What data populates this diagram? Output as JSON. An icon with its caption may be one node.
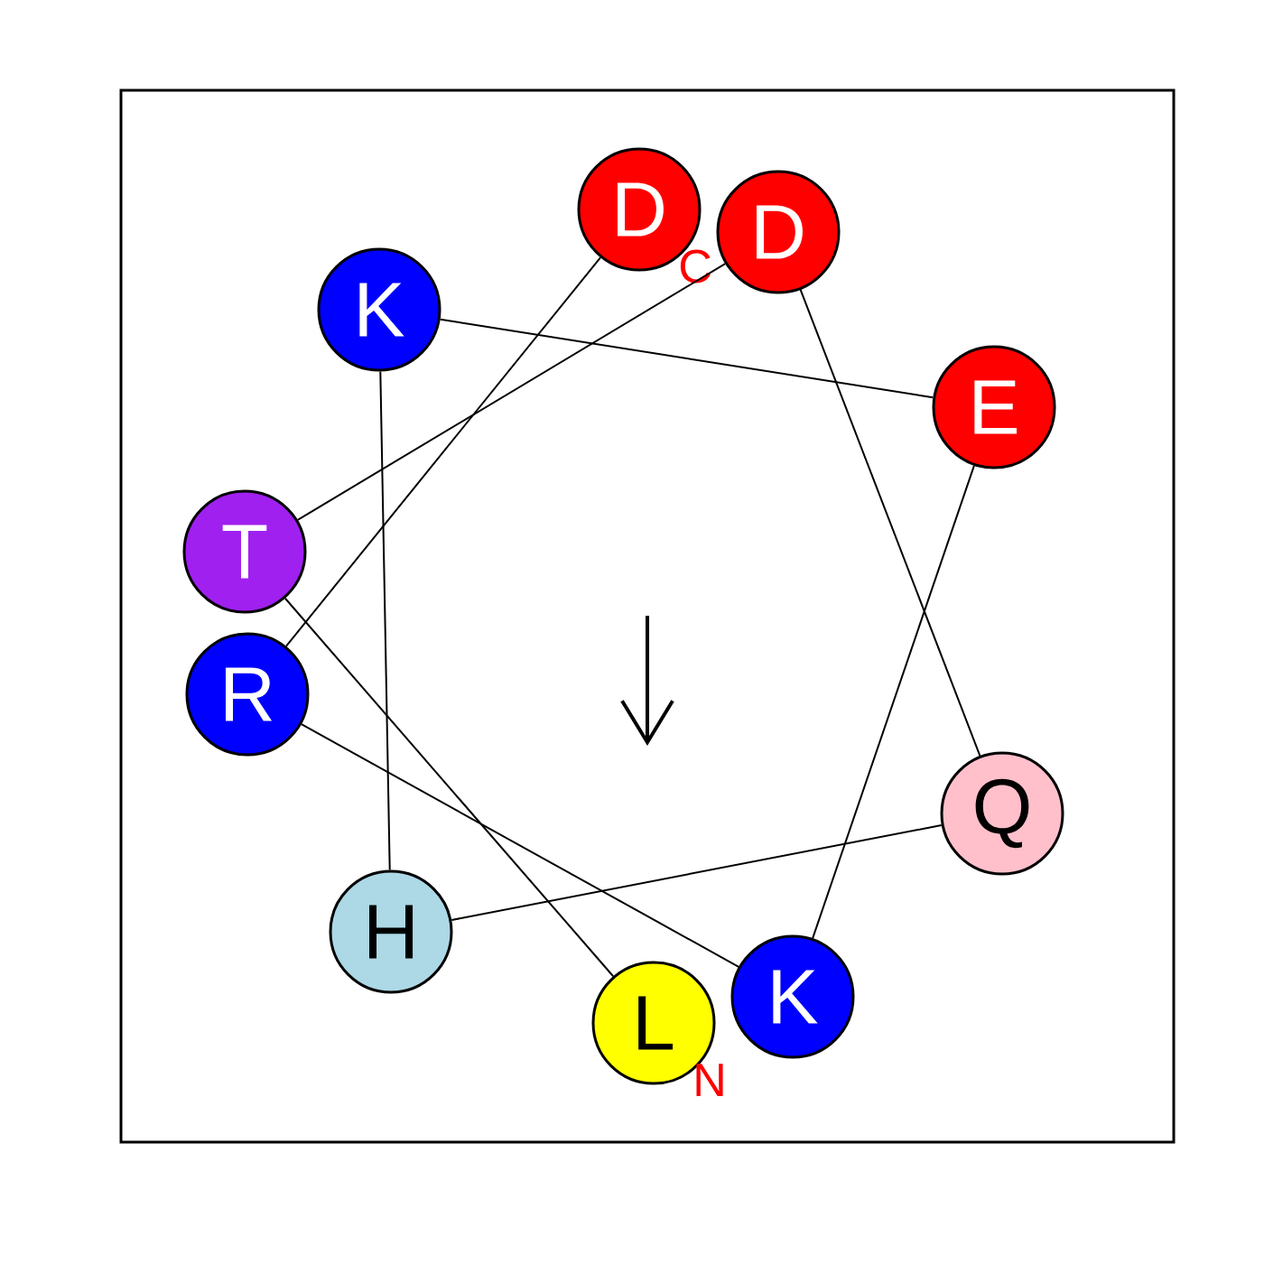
{
  "diagram": {
    "nodes": [
      {
        "text": [
          "D"
        ],
        "beside": [
          "C"
        ]
      },
      {
        "text": [
          "D"
        ]
      },
      {
        "text": [
          "K"
        ]
      },
      {
        "text": [
          "E"
        ]
      },
      {
        "text": [
          "T"
        ]
      },
      {
        "text": [
          "R"
        ]
      },
      {
        "text": [
          "Q"
        ]
      },
      {
        "text": [
          "H"
        ]
      },
      {
        "text": [
          "K"
        ]
      },
      {
        "text": [
          "L"
        ],
        "beside": [
          "N"
        ]
      }
    ],
    "edges": [
      {
        "from": 9,
        "to": 4,
        "arrow": "none"
      },
      {
        "from": 4,
        "to": 1,
        "arrow": "none"
      },
      {
        "from": 1,
        "to": 6,
        "arrow": "none"
      },
      {
        "from": 6,
        "to": 7,
        "arrow": "none"
      },
      {
        "from": 7,
        "to": 2,
        "arrow": "none"
      },
      {
        "from": 2,
        "to": 3,
        "arrow": "none"
      },
      {
        "from": 3,
        "to": 8,
        "arrow": "none"
      },
      {
        "from": 8,
        "to": 5,
        "arrow": "none"
      },
      {
        "from": 5,
        "to": 0,
        "arrow": "none"
      }
    ]
  }
}
